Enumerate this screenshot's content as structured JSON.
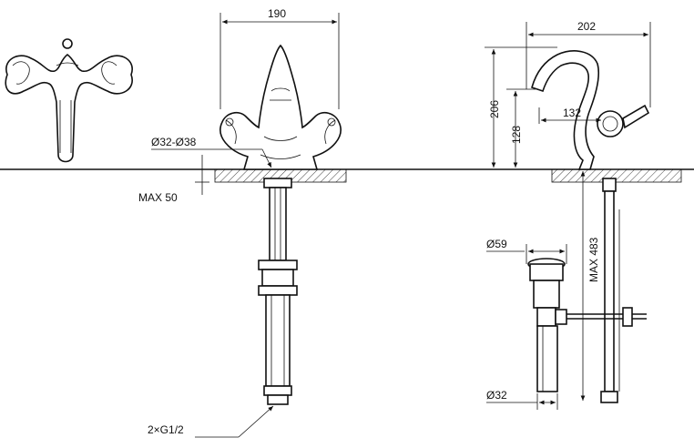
{
  "dimensions": {
    "faucet_width": "190",
    "spout_reach": "202",
    "total_height": "206",
    "spout_height": "128",
    "spout_projection": "132",
    "hole_diameter": "Ø32-Ø38",
    "max_deck": "MAX 50",
    "max_length": "MAX 483",
    "drain_top_diameter": "Ø59",
    "drain_pipe_diameter": "Ø32",
    "connection": "2×G1/2"
  }
}
